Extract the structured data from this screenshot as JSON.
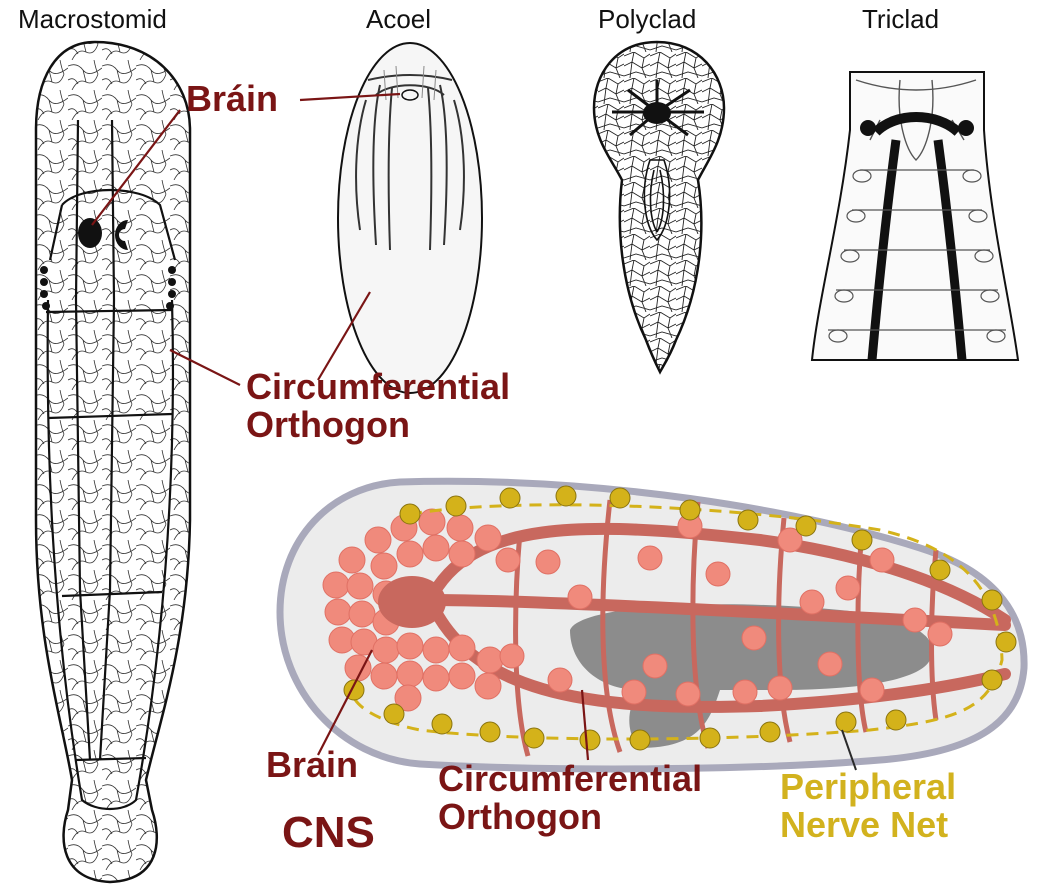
{
  "titles": {
    "macrostomid": "Macrostomid",
    "acoel": "Acoel",
    "polyclad": "Polyclad",
    "triclad": "Triclad"
  },
  "top_labels": {
    "brain": "Bráin",
    "orthogon_line1": "Circumferential",
    "orthogon_line2": "Orthogon"
  },
  "schematic_labels": {
    "brain": "Brain",
    "cns": "CNS",
    "orthogon_line1": "Circumferential",
    "orthogon_line2": "Orthogon",
    "pnn_line1": "Peripheral",
    "pnn_line2": "Nerve Net"
  },
  "colors": {
    "cns_red": "#c8685e",
    "neuron_salmon": "#f08a7c",
    "pnn_gold": "#d4b21a",
    "body_fill": "#ececec",
    "body_outline": "#a9a9bb",
    "gut": "#8c8c8c",
    "label_red": "#7a1515",
    "label_gold": "#d2b21e"
  }
}
